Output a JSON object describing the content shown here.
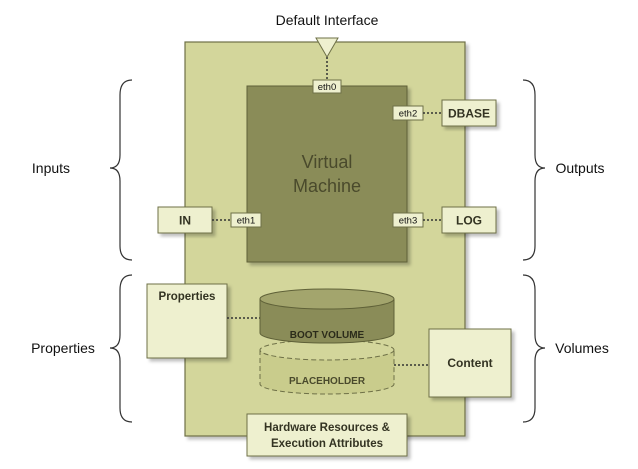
{
  "default_interface": {
    "label": "Default Interface"
  },
  "side_labels": {
    "inputs": "Inputs",
    "outputs": "Outputs",
    "properties": "Properties",
    "volumes": "Volumes"
  },
  "vm": {
    "line1": "Virtual",
    "line2": "Machine"
  },
  "interfaces": {
    "eth0": "eth0",
    "eth1": "eth1",
    "eth2": "eth2",
    "eth3": "eth3"
  },
  "connectors": {
    "in": "IN",
    "dbase": "DBASE",
    "log": "LOG"
  },
  "boxes": {
    "properties": "Properties",
    "content": "Content",
    "hardware_line1": "Hardware Resources &",
    "hardware_line2": "Execution Attributes"
  },
  "volumes": {
    "boot": "BOOT VOLUME",
    "placeholder": "PLACEHOLDER"
  },
  "colors": {
    "appliance_fill": "#d3d69b",
    "vm_fill": "#8a8c58",
    "box_fill": "#eef0cf",
    "stroke": "#6e7047",
    "text_dark": "#333322"
  }
}
